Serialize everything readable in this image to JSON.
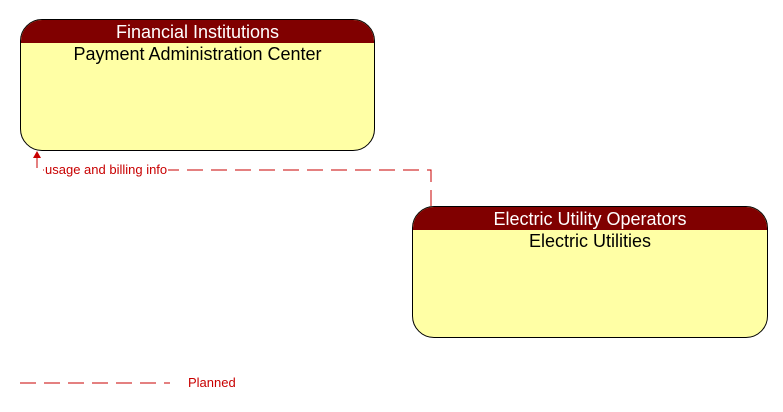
{
  "nodes": {
    "payment_admin": {
      "group": "Financial Institutions",
      "name": "Payment Administration Center"
    },
    "electric_utilities": {
      "group": "Electric Utility Operators",
      "name": "Electric Utilities"
    }
  },
  "flows": [
    {
      "label": "usage and billing info",
      "from": "Electric Utilities",
      "to": "Payment Administration Center",
      "status": "Planned"
    }
  ],
  "legend": {
    "planned_label": "Planned"
  },
  "colors": {
    "header": "#800000",
    "node_fill": "#ffffa5",
    "planned_flow": "#c80000"
  }
}
